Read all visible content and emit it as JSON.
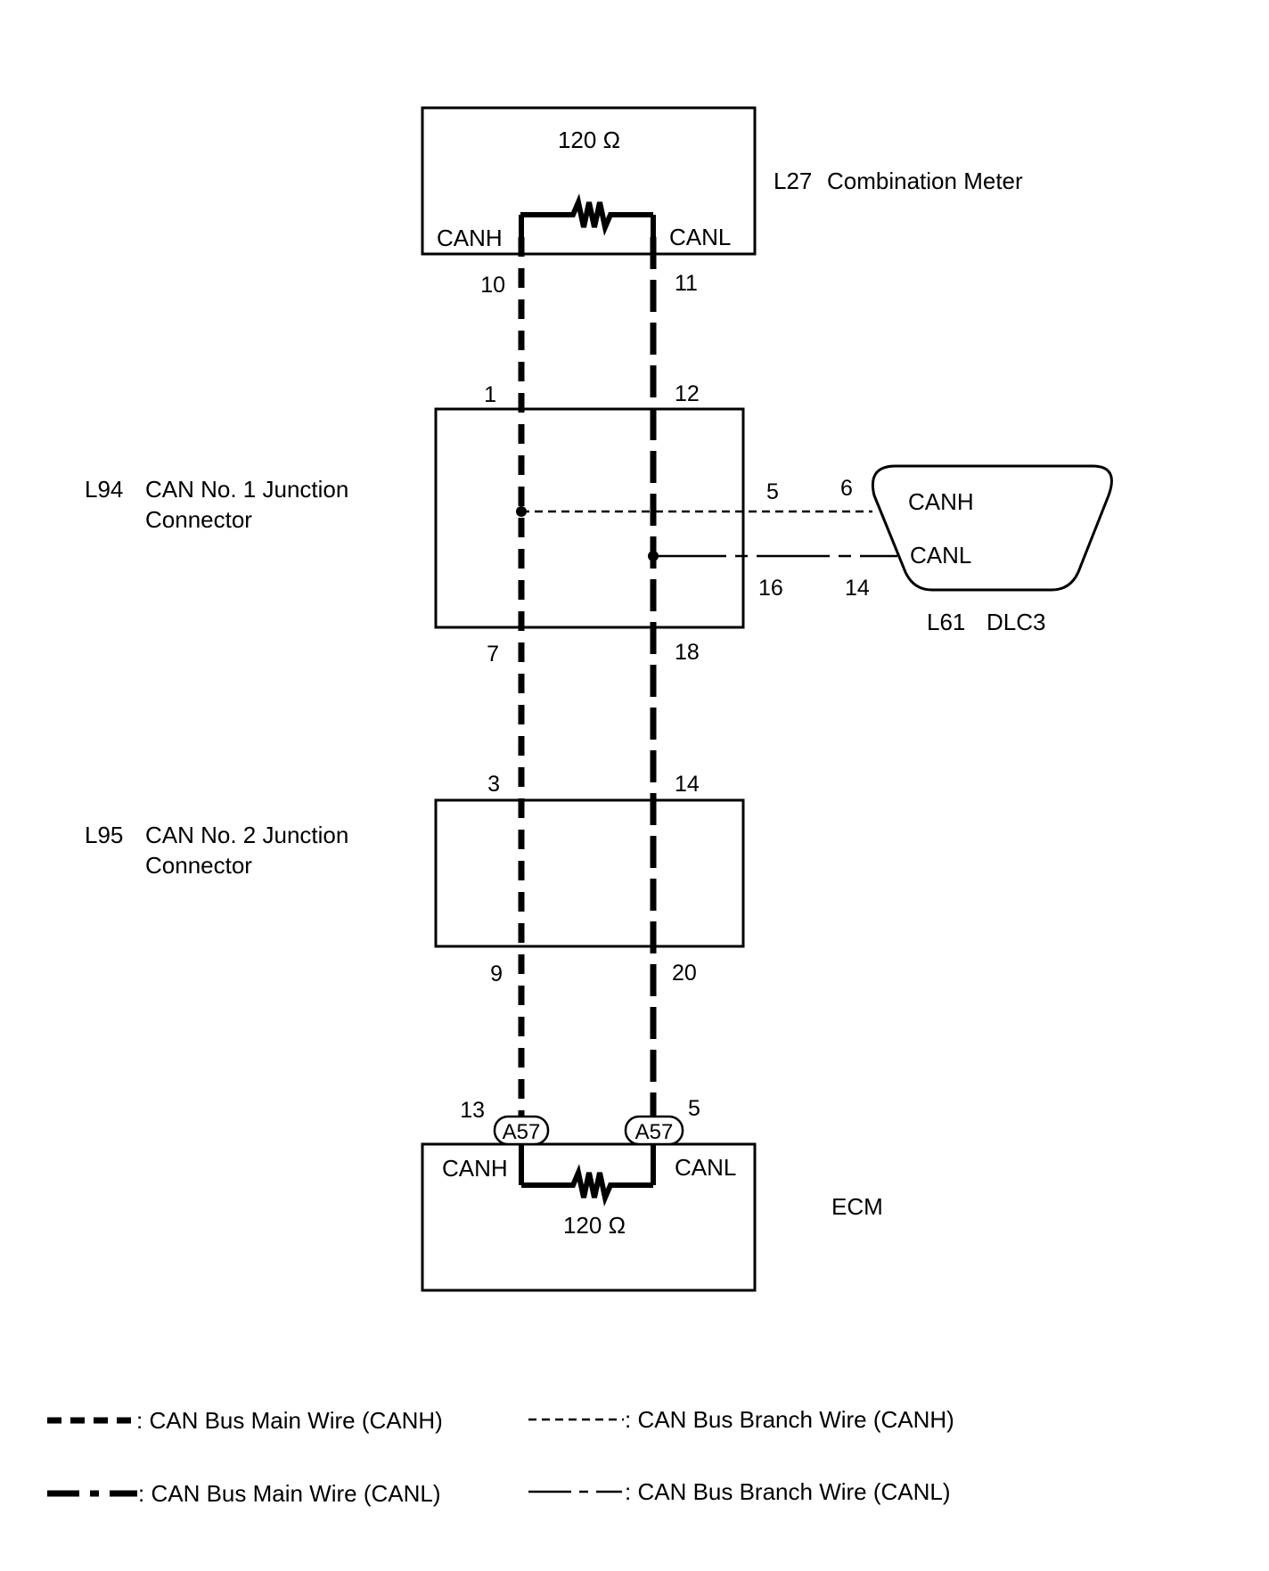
{
  "components": {
    "l27": {
      "code": "L27",
      "name": "Combination Meter",
      "resistor": "120 Ω",
      "canh": "CANH",
      "canl": "CANL",
      "pin_canh": "10",
      "pin_canl": "11"
    },
    "l94": {
      "code": "L94",
      "name_line1": "CAN No. 1 Junction",
      "name_line2": "Connector",
      "pin_top_h": "1",
      "pin_top_l": "12",
      "pin_bottom_h": "7",
      "pin_bottom_l": "18",
      "pin_branch_h": "5",
      "pin_branch_l": "16"
    },
    "l61": {
      "code": "L61",
      "name": "DLC3",
      "canh": "CANH",
      "canl": "CANL",
      "pin_canh": "6",
      "pin_canl": "14"
    },
    "l95": {
      "code": "L95",
      "name_line1": "CAN No. 2 Junction",
      "name_line2": "Connector",
      "pin_top_h": "3",
      "pin_top_l": "14",
      "pin_bottom_h": "9",
      "pin_bottom_l": "20"
    },
    "ecm": {
      "name": "ECM",
      "resistor": "120 Ω",
      "canh": "CANH",
      "canl": "CANL",
      "connector_h": "A57",
      "connector_l": "A57",
      "pin_canh": "13",
      "pin_canl": "5"
    }
  },
  "legend": {
    "main_canh": ": CAN Bus Main Wire (CANH)",
    "main_canl": ": CAN Bus Main Wire (CANL)",
    "branch_canh": ": CAN Bus Branch Wire (CANH)",
    "branch_canl": ": CAN Bus Branch Wire (CANL)"
  },
  "colors": {
    "line": "#000000",
    "background": "#ffffff"
  }
}
